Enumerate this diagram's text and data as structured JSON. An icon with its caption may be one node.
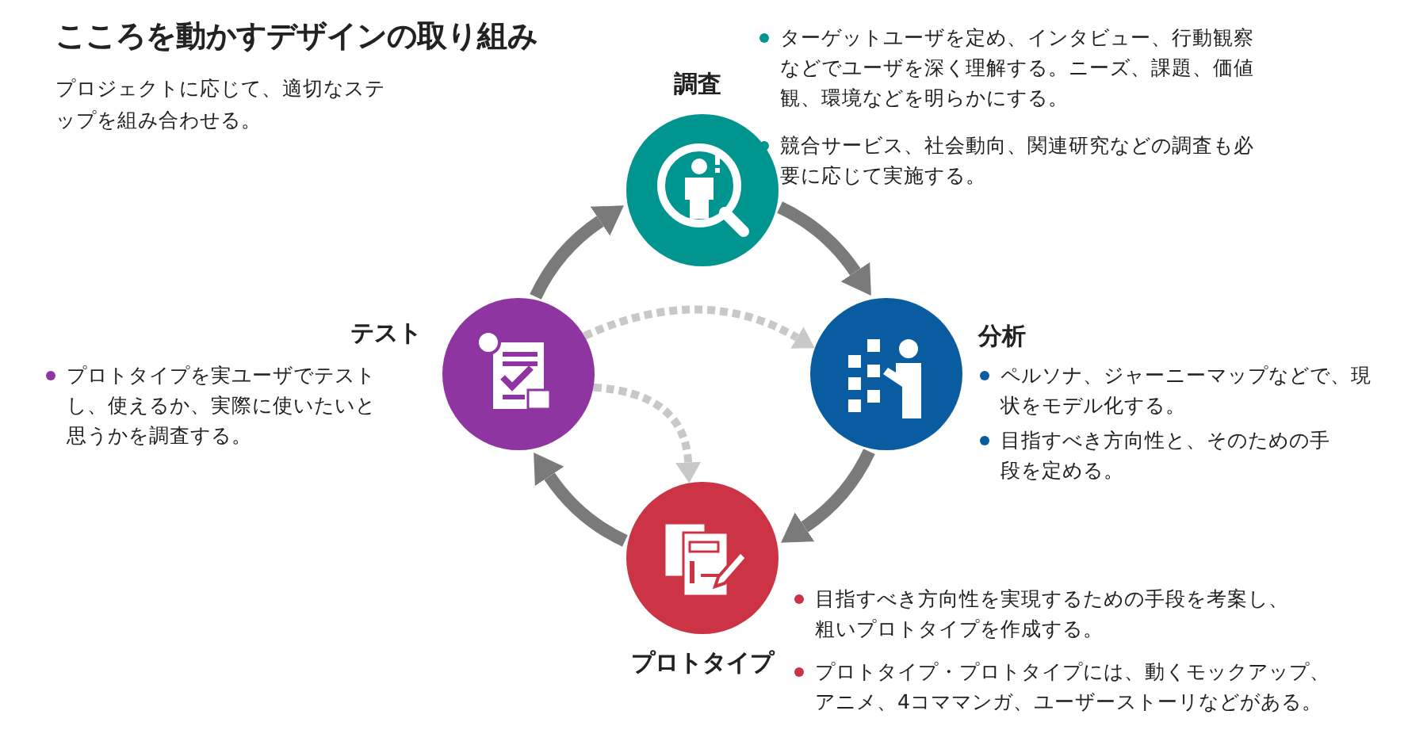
{
  "diagram": {
    "title": "こころを動かすデザインの取り組み",
    "nodes": [
      {
        "text": [
          "調査"
        ],
        "beside": [
          "ターゲットユーザを定め、インタビュー、行動観察などでユーザを深く理解する。ニーズ、課題、価値観、環境などを明らかにする。",
          "競合サービス、社会動向、関連研究などの調査も必要に応じて実施する。"
        ]
      },
      {
        "text": [
          "テスト"
        ],
        "beside": [
          "プロトタイプを実ユーザでテストし、使えるか、実際に使いたいと思うかを調査する。"
        ]
      },
      {
        "text": [
          "分析"
        ],
        "beside": [
          "ペルソナ、ジャーニーマップなどで、現状をモデル化する。",
          "目指すべき方向性と、そのための手段を定める。"
        ]
      },
      {
        "text": [
          "プロトタイプ"
        ],
        "beside": [
          "目指すべき方向性を実現するための手段を考案し、粗いプロトタイプを作成する。",
          "プロトタイプ・プロトタイプには、動くモックアップ、アニメ、4コママンガ、ユーザーストーリなどがある。"
        ]
      }
    ],
    "edges": [
      {
        "from": 1,
        "to": 0,
        "arrow": "to"
      },
      {
        "from": 0,
        "to": 2,
        "arrow": "to"
      },
      {
        "from": 2,
        "to": 3,
        "arrow": "to"
      },
      {
        "from": 3,
        "to": 1,
        "arrow": "to"
      },
      {
        "from": 1,
        "to": 2,
        "arrow": "to",
        "style": "dashed",
        "color": "#c8c8c8"
      },
      {
        "from": 1,
        "to": 3,
        "arrow": "to",
        "style": "dashed",
        "color": "#c8c8c8"
      }
    ],
    "labels": [
      "プロジェクトに応じて、適切なステップを組み合わせる。"
    ]
  }
}
